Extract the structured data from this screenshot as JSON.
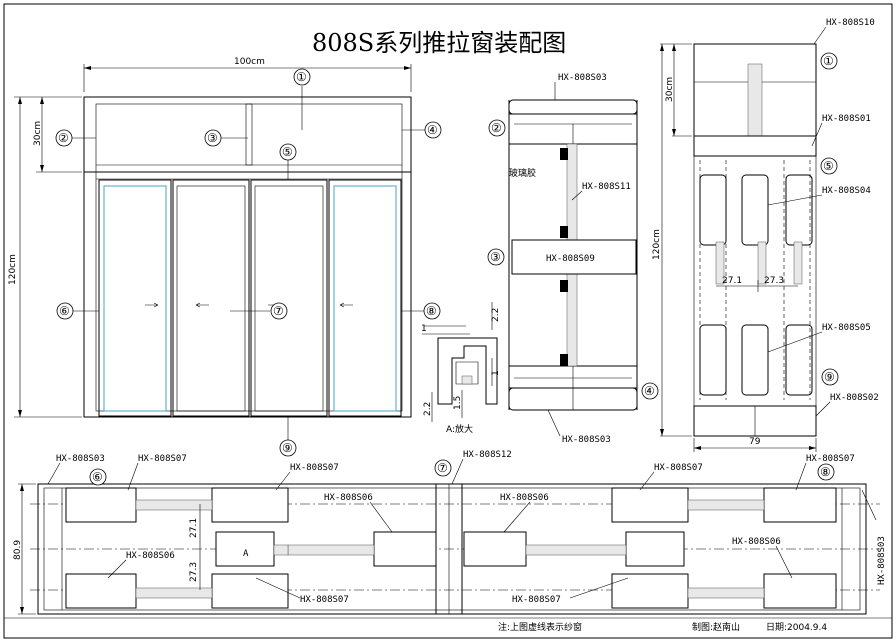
{
  "title": "808S系列推拉窗装配图",
  "front_view": {
    "width_dim": "100cm",
    "height_dim": "120cm",
    "top_height_dim": "30cm",
    "callouts": [
      "①",
      "②",
      "③",
      "④",
      "⑤",
      "⑥",
      "⑦",
      "⑧",
      "⑨"
    ]
  },
  "middle_section": {
    "top_profile": "HX-808S03",
    "bottom_profile": "HX-808S03",
    "glue_label": "玻璃胶",
    "mullion_profile": "HX-808S11",
    "transom_profile": "HX-808S09",
    "callouts": [
      "②",
      "③",
      "④"
    ]
  },
  "right_section": {
    "top_profile": "HX-808S10",
    "profile_01": "HX-808S01",
    "profile_04": "HX-808S04",
    "profile_05": "HX-808S05",
    "profile_02": "HX-808S02",
    "height_dim": "120cm",
    "top_dim": "30cm",
    "gap_left": "27.1",
    "gap_right": "27.3",
    "width_dim": "79",
    "callouts": [
      "①",
      "⑤",
      "⑨"
    ]
  },
  "detail_a": {
    "label": "A:放大",
    "dims": [
      "1",
      "2.2",
      "1",
      "1.5",
      "2.2"
    ]
  },
  "plan_view": {
    "left_outer": "HX-808S03",
    "right_outer": "HX-808S03",
    "labels_s07": [
      "HX-808S07",
      "HX-808S07",
      "HX-808S07",
      "HX-808S07",
      "HX-808S07",
      "HX-808S07"
    ],
    "labels_s06": [
      "HX-808S06",
      "HX-808S06",
      "HX-808S06",
      "HX-808S06"
    ],
    "center_profile": "HX-808S12",
    "height_dim": "80.9",
    "dim_upper": "27.1",
    "dim_lower": "27.3",
    "detail_marker": "A",
    "callouts": [
      "⑥",
      "⑦",
      "⑧"
    ]
  },
  "footer": {
    "note": "注:上图虚线表示纱窗",
    "drawn_by": "制图:赵南山",
    "date": "日期:2004.9.4"
  }
}
